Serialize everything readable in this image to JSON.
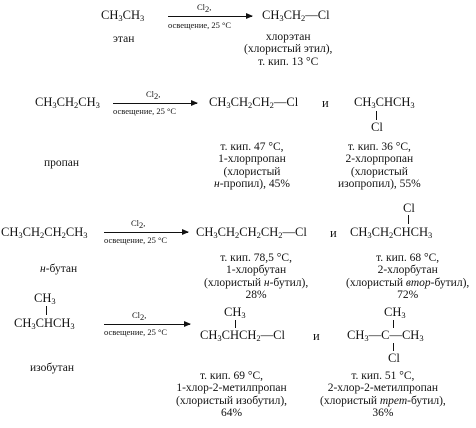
{
  "reagent": "Cl",
  "conditions": "освещение, 25 °C",
  "and_word": "и",
  "r1": {
    "name": "этан",
    "product_prefix": "CH",
    "product_suffix": "Cl",
    "p_name": "хлорэтан",
    "p_trivial": "(хлористый этил),",
    "p_bp": "т. кип. 13 °C"
  },
  "r2": {
    "name": "пропан",
    "p1_bp": "т. кип. 47 °C,",
    "p1_name": "1-хлорпропан",
    "p1_tr1": "(хлористый",
    "p1_tr2a": "н",
    "p1_tr2b": "-пропил), 45%",
    "p2_cl": "Cl",
    "p2_bp": "т. кип. 36 °C,",
    "p2_name": "2-хлорпропан",
    "p2_tr1": "(хлористый",
    "p2_tr2": "изопропил), 55%"
  },
  "r3": {
    "name_a": "н",
    "name_b": "-бутан",
    "p1_bp": "т. кип. 78,5 °C,",
    "p1_name": "1-хлорбутан",
    "p1_tr_a": "(хлористый ",
    "p1_tr_b": "н",
    "p1_tr_c": "-бутил),",
    "p1_pct": "28%",
    "p2_cl": "Cl",
    "p2_bp": "т. кип. 68 °C,",
    "p2_name": "2-хлорбутан",
    "p2_tr_a": "(хлористый ",
    "p2_tr_b": "втор",
    "p2_tr_c": "-бутил),",
    "p2_pct": "72%"
  },
  "r4": {
    "name": "изобутан",
    "ch3": "CH",
    "p1_bp": "т. кип. 69 °C,",
    "p1_name": "1-хлор-2-метилпропан",
    "p1_tr": "(хлористый изобутил),",
    "p1_pct": "64%",
    "p2_cl": "Cl",
    "p2_bp": "т. кип. 51 °C,",
    "p2_name": "2-хлор-2-метилпропан",
    "p2_tr_a": "(хлористый ",
    "p2_tr_b": "трет",
    "p2_tr_c": "-бутил),",
    "p2_pct": "36%"
  }
}
